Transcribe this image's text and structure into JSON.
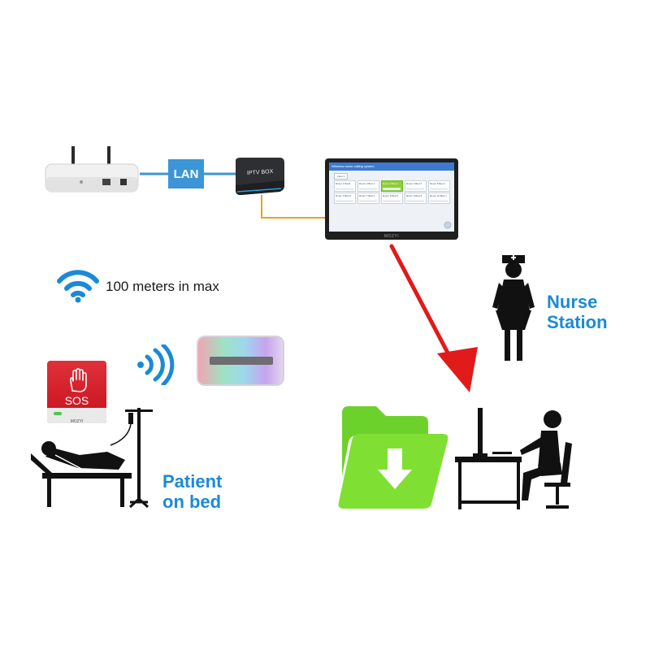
{
  "network": {
    "lan_label": "LAN",
    "iptv_label": "IPTV BOX"
  },
  "monitor": {
    "title": "Wireless nurse calling system",
    "tab": "Floor 1",
    "cells_row1": [
      "Room 1 Bed1",
      "Room 2 Bed 1",
      "Room 3 Bed 1",
      "Room 4 Bed 1",
      "Room 5 Bed 1"
    ],
    "cells_row2": [
      "Room 6 Bed 2",
      "Room 7 Bed 2",
      "Room 8 Bed 3",
      "Room 9 Bed 4",
      "Room 10 Bed 1"
    ],
    "highlight_index": 2,
    "brand": "MOZYI"
  },
  "wifi": {
    "range_label": "100 meters in max"
  },
  "nurse_station": {
    "line1": "Nurse",
    "line2": "Station"
  },
  "patient": {
    "line1": "Patient",
    "line2": "on bed"
  },
  "sos_device": {
    "label": "SOS",
    "brand": "MOZYI"
  },
  "colors": {
    "accent_blue": "#1b8ad6",
    "lan_blue": "#3b95d6",
    "arrow_red": "#e11a1a",
    "folder_green": "#6dd12c",
    "cable_orange": "#e6a41c"
  }
}
